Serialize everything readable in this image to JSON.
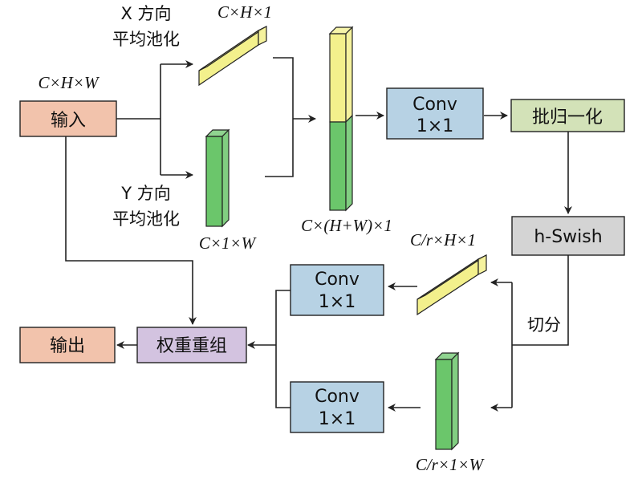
{
  "colors": {
    "input_box": "#F2C3AC",
    "output_box": "#F2C3AC",
    "conv_box": "#B7D2E4",
    "bn_box": "#D3E2B8",
    "hswish_box": "#D4D4D4",
    "reweight_box": "#D3C3E0",
    "yellow_block": "#F3F08C",
    "green_block": "#6BC66B",
    "stroke": "#222222"
  },
  "labels": {
    "input_dims": "C×H×W",
    "input": "输入",
    "x_pool_line1": "X 方向",
    "x_pool_line2": "平均池化",
    "x_pool_dims": "C×H×1",
    "y_pool_line1": "Y 方向",
    "y_pool_line2": "平均池化",
    "y_pool_dims": "C×1×W",
    "concat_dims": "C×(H+W)×1",
    "conv": "Conv",
    "conv_kernel": "1×1",
    "bn": "批归一化",
    "hswish": "h-Swish",
    "split": "切分",
    "split_h_dims": "C/r×H×1",
    "split_w_dims": "C/r×1×W",
    "reweight": "权重重组",
    "output": "输出"
  }
}
